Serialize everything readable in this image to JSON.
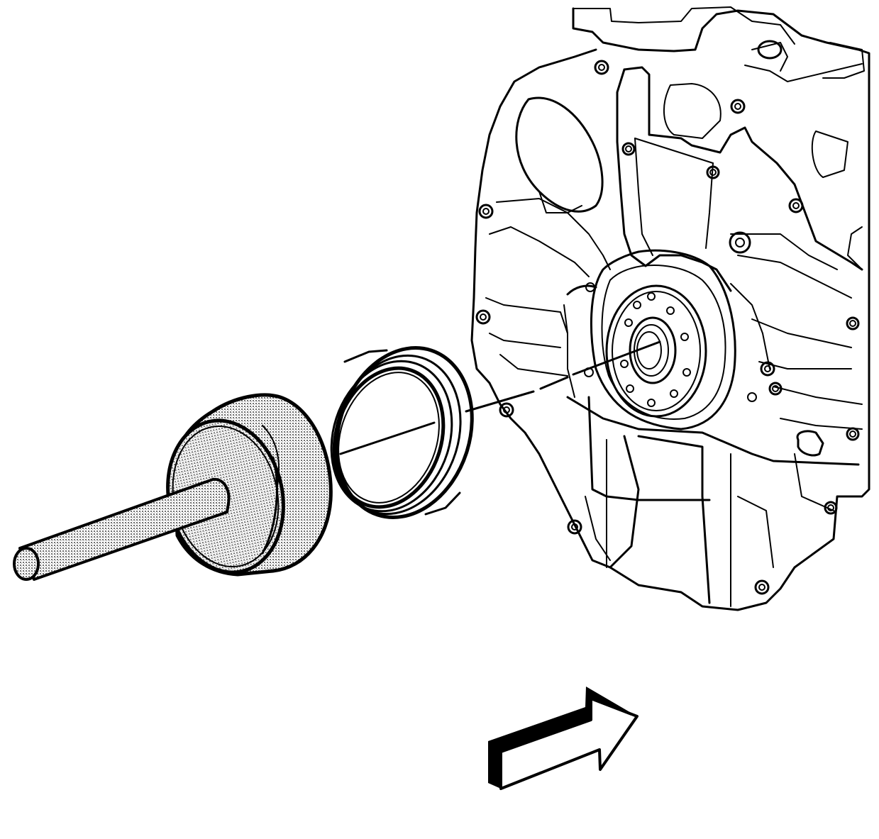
{
  "figure": {
    "parts": [
      {
        "id": "seal-installer-tool",
        "icon": "seal-installer-tool-icon"
      },
      {
        "id": "rear-crankshaft-oil-seal",
        "icon": "oil-seal-ring-icon"
      },
      {
        "id": "engine-block-rear",
        "icon": "engine-block-icon"
      },
      {
        "id": "view-direction-arrow",
        "icon": "arrow-right-icon"
      }
    ],
    "colors": {
      "line": "#000000",
      "background": "#ffffff",
      "tool_shading": "#b8b8b8"
    }
  }
}
